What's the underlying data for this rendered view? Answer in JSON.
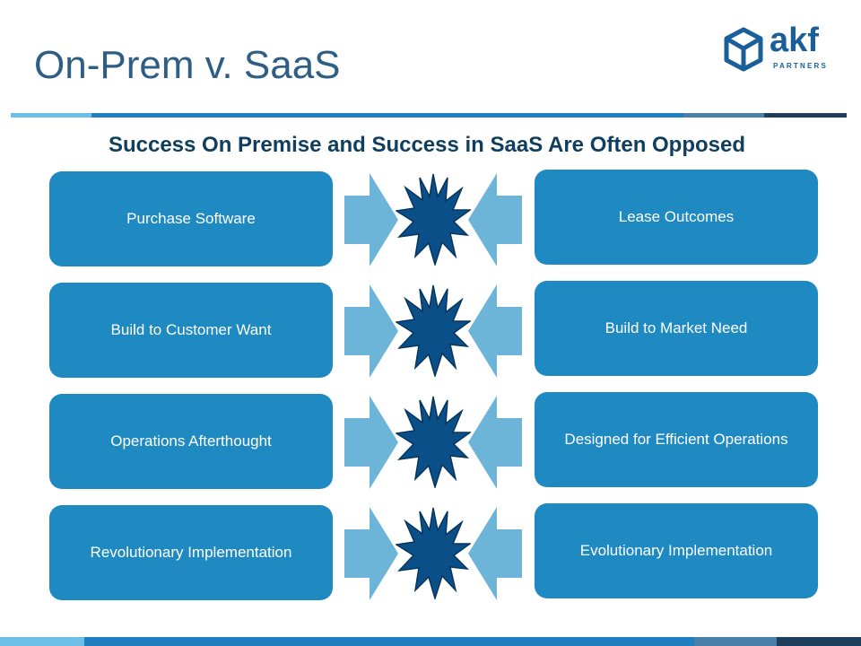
{
  "title": "On-Prem v. SaaS",
  "logo": {
    "word": "akf",
    "sub": "PARTNERS"
  },
  "subtitle": "Success On Premise and Success in SaaS Are Often Opposed",
  "rows": [
    {
      "left": "Purchase Software",
      "right": "Lease Outcomes"
    },
    {
      "left": "Build to Customer Want",
      "right": "Build to Market Need"
    },
    {
      "left": "Operations Afterthought",
      "right": "Designed for Efficient Operations"
    },
    {
      "left": "Revolutionary Implementation",
      "right": "Evolutionary Implementation"
    }
  ],
  "colors": {
    "box": "#1f89c2",
    "arrow": "#6cb4d8",
    "star": "#0b4f88",
    "title": "#2e5e86",
    "subtitle": "#0f3e5e"
  },
  "icons": {
    "logo": "cube-logo-icon",
    "arrow": "arrow-icon",
    "conflict": "starburst-icon"
  }
}
